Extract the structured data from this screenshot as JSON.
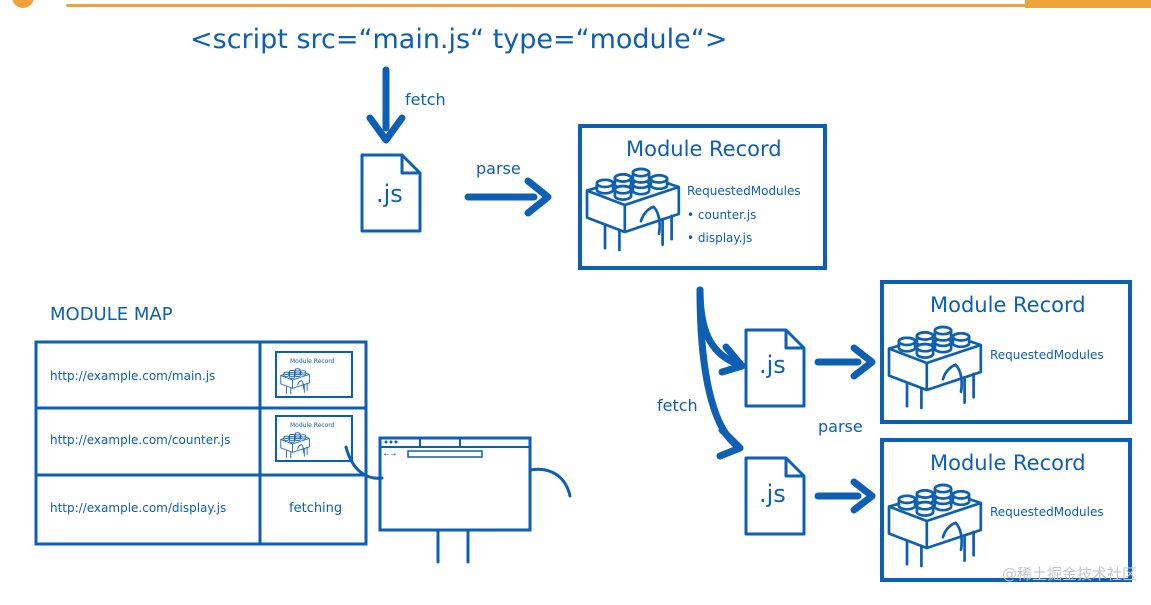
{
  "script_tag": "<script src=“main.js“  type=“module“>",
  "labels": {
    "fetch_top": "fetch",
    "parse_top": "parse",
    "fetch_right": "fetch",
    "parse_right": "parse"
  },
  "js_file_label": ".js",
  "main_record": {
    "title": "Module Record",
    "requested_label": "RequestedModules",
    "requested": [
      "• counter.js",
      "• display.js"
    ]
  },
  "child_records": [
    {
      "title": "Module Record",
      "requested_label": "RequestedModules"
    },
    {
      "title": "Module Record",
      "requested_label": "RequestedModules"
    }
  ],
  "module_map": {
    "title": "MODULE MAP",
    "rows": [
      {
        "url": "http://example.com/main.js",
        "status": "",
        "thumb_title": "Module Record"
      },
      {
        "url": "http://example.com/counter.js",
        "status": "",
        "thumb_title": "Module Record"
      },
      {
        "url": "http://example.com/display.js",
        "status": "fetching",
        "thumb_title": ""
      }
    ]
  },
  "browser_icons": {
    "nav": "← →"
  },
  "watermark": "@稀土掘金技术社区",
  "colors": {
    "ink": "#0d5fb3",
    "accent": "#f0a23a",
    "paper": "#ffffff",
    "watermark": "#c2c7cc"
  }
}
